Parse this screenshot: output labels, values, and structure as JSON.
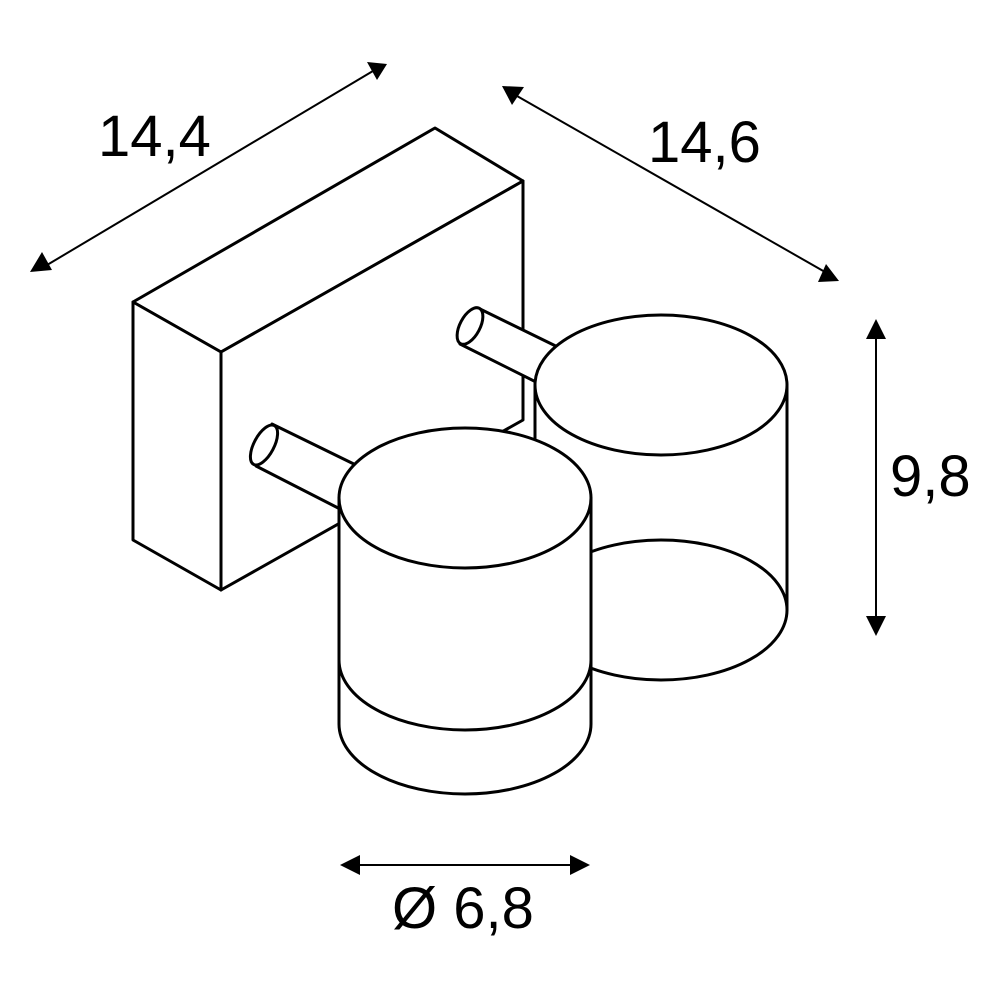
{
  "dimensions": {
    "width_left": "14,4",
    "width_right": "14,6",
    "height": "9,8",
    "diameter": "Ø 6,8"
  },
  "colors": {
    "stroke": "#000000",
    "background": "#ffffff"
  }
}
